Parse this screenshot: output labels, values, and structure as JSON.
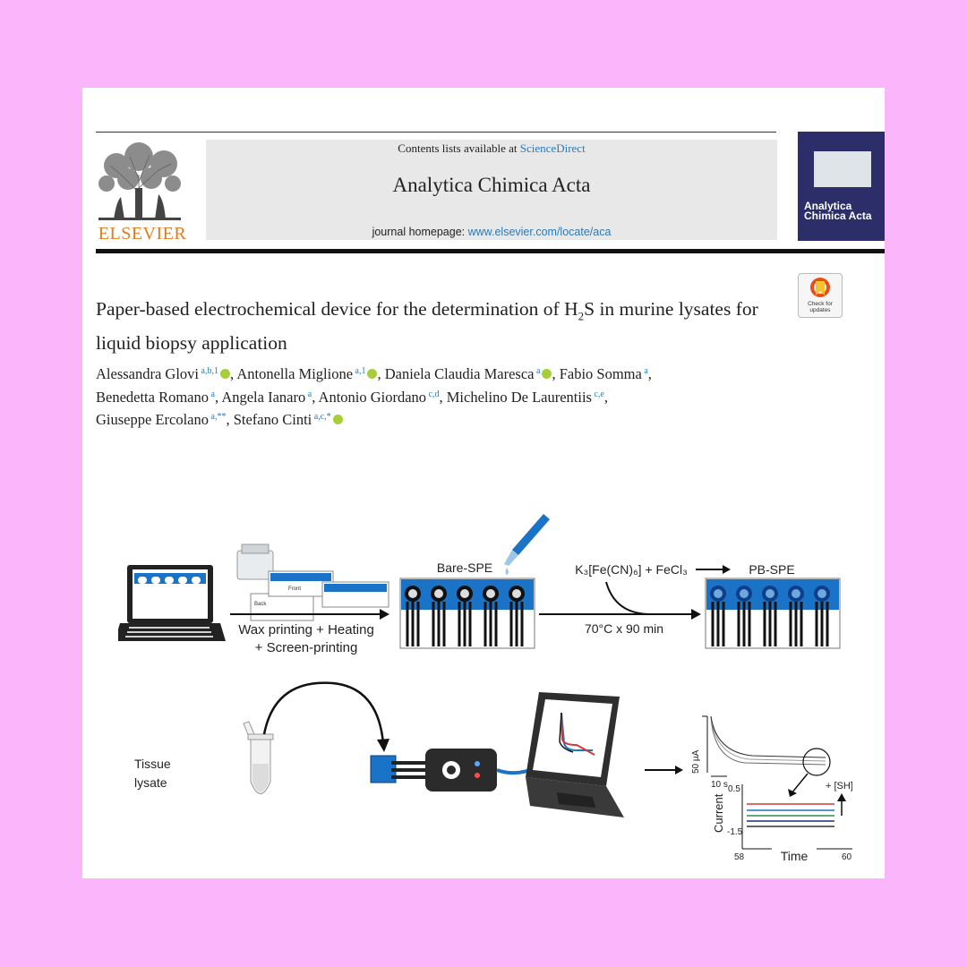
{
  "header": {
    "publisher": "ELSEVIER",
    "contents_prefix": "Contents lists available at ",
    "contents_link": "ScienceDirect",
    "journal": "Analytica Chimica Acta",
    "homepage_prefix": "journal homepage: ",
    "homepage_url": "www.elsevier.com/locate/aca",
    "cover_title": "Analytica Chimica Acta",
    "check_updates": "Check for updates"
  },
  "article": {
    "title_1": "Paper-based electrochemical device for the determination of H",
    "title_sub": "2",
    "title_2": "S in murine lysates for liquid biopsy application"
  },
  "authors": [
    {
      "name": "Alessandra Glovi",
      "aff": "a,b,1",
      "orcid": true,
      "sep": ", "
    },
    {
      "name": "Antonella Miglione",
      "aff": "a,1",
      "orcid": true,
      "sep": ", "
    },
    {
      "name": "Daniela Claudia Maresca",
      "aff": "a",
      "orcid": true,
      "sep": ", "
    },
    {
      "name": "Fabio Somma",
      "aff": "a",
      "orcid": false,
      "sep": ","
    },
    {
      "name": "Benedetta Romano",
      "aff": "a",
      "orcid": false,
      "sep": ", "
    },
    {
      "name": "Angela Ianaro",
      "aff": "a",
      "orcid": false,
      "sep": ", "
    },
    {
      "name": "Antonio Giordano",
      "aff": "c,d",
      "orcid": false,
      "sep": ", "
    },
    {
      "name": "Michelino De Laurentiis",
      "aff": "c,e",
      "orcid": false,
      "sep": ","
    },
    {
      "name": "Giuseppe Ercolano",
      "aff": "a,**",
      "orcid": false,
      "sep": ", "
    },
    {
      "name": "Stefano Cinti",
      "aff": "a,c,*",
      "orcid": true,
      "sep": ""
    }
  ],
  "graphical_abstract": {
    "step1_label_1": "Wax printing + Heating",
    "step1_label_2": "+ Screen-printing",
    "bare_spe": "Bare-SPE",
    "reagents": "K₃[Fe(CN)₆] + FeCl₃",
    "pb_spe": "PB-SPE",
    "condition": "70°C x 90 min",
    "front": "Front",
    "back": "Back",
    "tissue_1": "Tissue",
    "tissue_2": "lysate",
    "scale_current": "50 µA",
    "scale_time": "10 s",
    "y_axis": "Current",
    "x_axis": "Time",
    "y_top": "0.5",
    "y_bottom": "-1.5",
    "x_start": "58",
    "x_end": "60",
    "sh_label": "+ [SH]",
    "colors": {
      "blue": "#1a73c7",
      "red": "#d33a3a",
      "green": "#2e8b57",
      "navy": "#1c2f6e"
    }
  }
}
